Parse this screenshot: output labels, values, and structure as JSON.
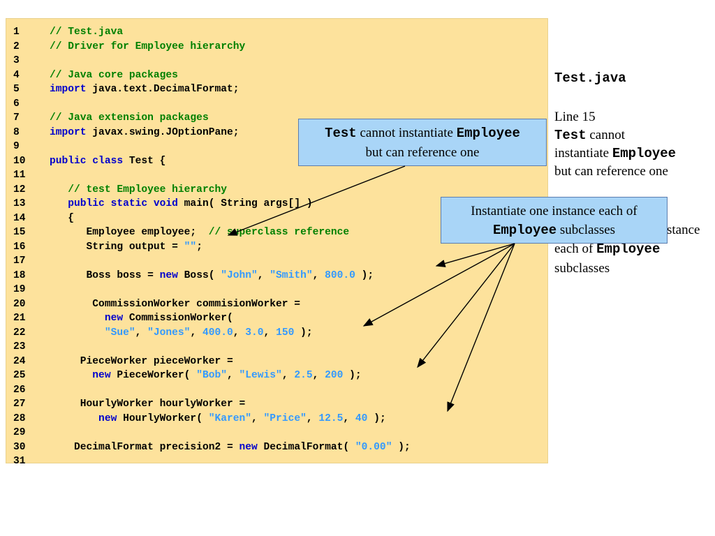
{
  "code": {
    "lines": [
      {
        "number": "1",
        "parts": [
          {
            "text": "// Test.java",
            "type": "comment"
          }
        ]
      },
      {
        "number": "2",
        "parts": [
          {
            "text": "// Driver for Employee hierarchy",
            "type": "comment"
          }
        ]
      },
      {
        "number": "3",
        "parts": []
      },
      {
        "number": "4",
        "parts": [
          {
            "text": "// Java core packages",
            "type": "comment"
          }
        ]
      },
      {
        "number": "5",
        "parts": [
          {
            "text": "import",
            "type": "keyword"
          },
          {
            "text": " java.text.DecimalFormat;",
            "type": "plain"
          }
        ]
      },
      {
        "number": "6",
        "parts": []
      },
      {
        "number": "7",
        "parts": [
          {
            "text": "// Java extension packages",
            "type": "comment"
          }
        ]
      },
      {
        "number": "8",
        "parts": [
          {
            "text": "import",
            "type": "keyword"
          },
          {
            "text": " javax.swing.JOptionPane;",
            "type": "plain"
          }
        ]
      },
      {
        "number": "9",
        "parts": []
      },
      {
        "number": "10",
        "parts": [
          {
            "text": "public class",
            "type": "keyword"
          },
          {
            "text": " Test {",
            "type": "plain"
          }
        ]
      },
      {
        "number": "11",
        "parts": []
      },
      {
        "number": "12",
        "parts": [
          {
            "text": "   // test Employee hierarchy",
            "type": "comment"
          }
        ]
      },
      {
        "number": "13",
        "parts": [
          {
            "text": "   public static void",
            "type": "keyword"
          },
          {
            "text": " main( String args[] )",
            "type": "plain"
          }
        ]
      },
      {
        "number": "14",
        "parts": [
          {
            "text": "   {",
            "type": "plain"
          }
        ]
      },
      {
        "number": "15",
        "parts": [
          {
            "text": "      Employee employee;  ",
            "type": "plain"
          },
          {
            "text": "// superclass reference",
            "type": "comment"
          }
        ]
      },
      {
        "number": "16",
        "parts": [
          {
            "text": "      String output = ",
            "type": "plain"
          },
          {
            "text": "\"\"",
            "type": "literal"
          },
          {
            "text": ";",
            "type": "plain"
          }
        ]
      },
      {
        "number": "17",
        "parts": []
      },
      {
        "number": "18",
        "parts": [
          {
            "text": "      Boss boss = ",
            "type": "plain"
          },
          {
            "text": "new",
            "type": "keyword"
          },
          {
            "text": " Boss( ",
            "type": "plain"
          },
          {
            "text": "\"John\"",
            "type": "literal"
          },
          {
            "text": ", ",
            "type": "plain"
          },
          {
            "text": "\"Smith\"",
            "type": "literal"
          },
          {
            "text": ", ",
            "type": "plain"
          },
          {
            "text": "800.0",
            "type": "literal"
          },
          {
            "text": " );",
            "type": "plain"
          }
        ]
      },
      {
        "number": "19",
        "parts": []
      },
      {
        "number": "20",
        "parts": [
          {
            "text": "       CommissionWorker commisionWorker =",
            "type": "plain"
          }
        ]
      },
      {
        "number": "21",
        "parts": [
          {
            "text": "         new",
            "type": "keyword"
          },
          {
            "text": " CommissionWorker(",
            "type": "plain"
          }
        ]
      },
      {
        "number": "22",
        "parts": [
          {
            "text": "         \"Sue\"",
            "type": "literal"
          },
          {
            "text": ", ",
            "type": "plain"
          },
          {
            "text": "\"Jones\"",
            "type": "literal"
          },
          {
            "text": ", ",
            "type": "plain"
          },
          {
            "text": "400.0",
            "type": "literal"
          },
          {
            "text": ", ",
            "type": "plain"
          },
          {
            "text": "3.0",
            "type": "literal"
          },
          {
            "text": ", ",
            "type": "plain"
          },
          {
            "text": "150",
            "type": "literal"
          },
          {
            "text": " );",
            "type": "plain"
          }
        ]
      },
      {
        "number": "23",
        "parts": []
      },
      {
        "number": "24",
        "parts": [
          {
            "text": "     PieceWorker pieceWorker =",
            "type": "plain"
          }
        ]
      },
      {
        "number": "25",
        "parts": [
          {
            "text": "       new",
            "type": "keyword"
          },
          {
            "text": " PieceWorker( ",
            "type": "plain"
          },
          {
            "text": "\"Bob\"",
            "type": "literal"
          },
          {
            "text": ", ",
            "type": "plain"
          },
          {
            "text": "\"Lewis\"",
            "type": "literal"
          },
          {
            "text": ", ",
            "type": "plain"
          },
          {
            "text": "2.5",
            "type": "literal"
          },
          {
            "text": ", ",
            "type": "plain"
          },
          {
            "text": "200",
            "type": "literal"
          },
          {
            "text": " );",
            "type": "plain"
          }
        ]
      },
      {
        "number": "26",
        "parts": []
      },
      {
        "number": "27",
        "parts": [
          {
            "text": "     HourlyWorker hourlyWorker =",
            "type": "plain"
          }
        ]
      },
      {
        "number": "28",
        "parts": [
          {
            "text": "        new",
            "type": "keyword"
          },
          {
            "text": " HourlyWorker( ",
            "type": "plain"
          },
          {
            "text": "\"Karen\"",
            "type": "literal"
          },
          {
            "text": ", ",
            "type": "plain"
          },
          {
            "text": "\"Price\"",
            "type": "literal"
          },
          {
            "text": ", ",
            "type": "plain"
          },
          {
            "text": "12.5",
            "type": "literal"
          },
          {
            "text": ", ",
            "type": "plain"
          },
          {
            "text": "40",
            "type": "literal"
          },
          {
            "text": " );",
            "type": "plain"
          }
        ]
      },
      {
        "number": "29",
        "parts": []
      },
      {
        "number": "30",
        "parts": [
          {
            "text": "    DecimalFormat precision2 = ",
            "type": "plain"
          },
          {
            "text": "new",
            "type": "keyword"
          },
          {
            "text": " DecimalFormat( ",
            "type": "plain"
          },
          {
            "text": "\"0.00\"",
            "type": "literal"
          },
          {
            "text": " );",
            "type": "plain"
          }
        ]
      },
      {
        "number": "31",
        "parts": []
      }
    ]
  },
  "callouts": {
    "reference": {
      "code_word": "Test",
      "middle_text": " cannot instantiate ",
      "class_word": "Employee",
      "second_line": "but can reference one"
    },
    "instantiate": {
      "first_line": "Instantiate one instance each of",
      "class_word": "Employee",
      "suffix": " subclasses"
    }
  },
  "side_notes": {
    "title": "Test.java",
    "line_label": "Line 15",
    "test_word": "Test",
    "cannot_text": " cannot",
    "instantiate_text": "instantiate ",
    "employee_word": "Employee",
    "reference_text": "but can reference one",
    "stance_text": "stance",
    "each_of_text": "each of ",
    "employee_word_2": "Employee",
    "subclasses_text": "subclasses"
  },
  "colors": {
    "code_background": "#fde29c",
    "keyword": "#0000cc",
    "comment": "#008000",
    "literal": "#3399ff",
    "callout_background": "#a9d5f7",
    "callout_border": "#5b7dae"
  }
}
